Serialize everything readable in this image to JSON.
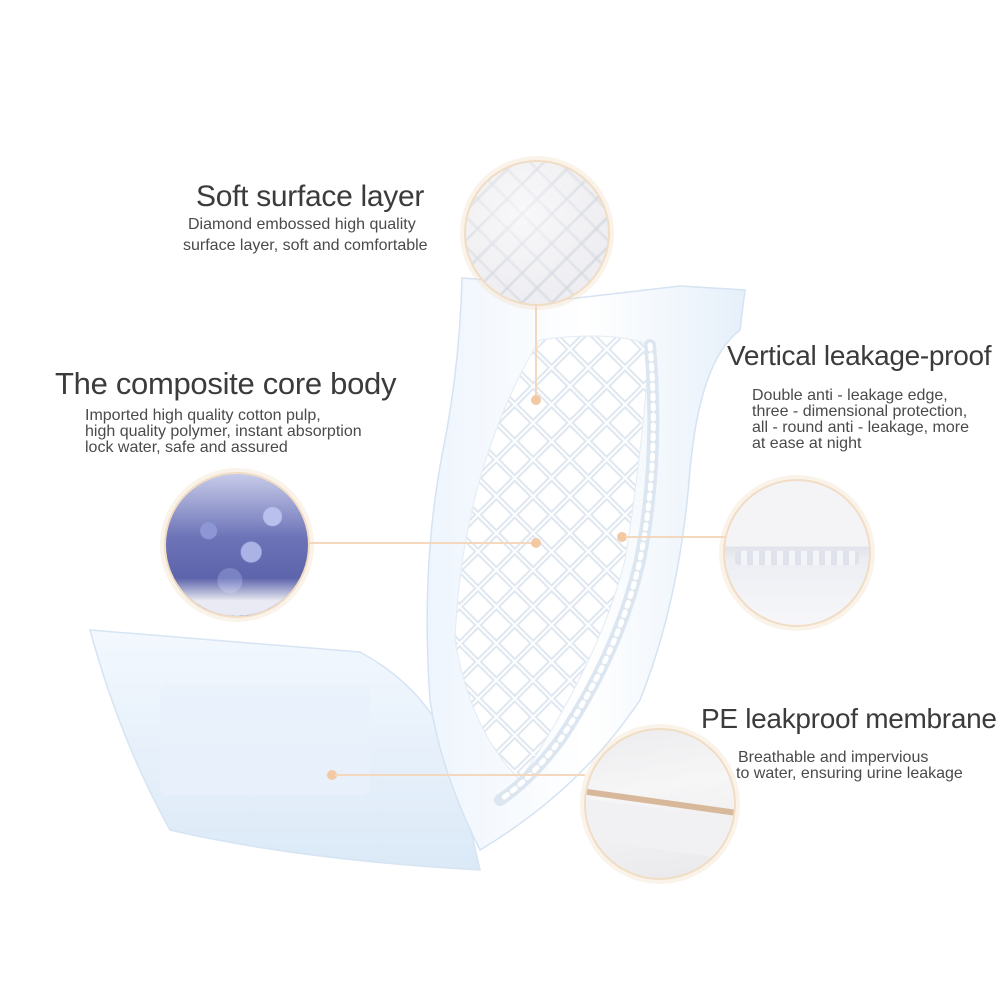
{
  "features": {
    "soft_surface": {
      "title": "Soft surface layer",
      "lines": [
        "Diamond embossed high quality",
        "surface layer, soft and comfortable"
      ],
      "icon": "diamond-texture-closeup-icon"
    },
    "composite_core": {
      "title": "The composite core body",
      "lines": [
        "Imported high quality cotton pulp,",
        "high quality polymer, instant absorption",
        "lock water, safe and assured"
      ],
      "icon": "absorbent-core-closeup-icon"
    },
    "vertical_leakage": {
      "title": "Vertical leakage-proof",
      "lines": [
        "Double anti - leakage edge,",
        "three - dimensional protection,",
        "all - round anti - leakage, more",
        "at ease at night"
      ],
      "icon": "leakage-edge-closeup-icon"
    },
    "pe_membrane": {
      "title": "PE leakproof membrane",
      "lines": [
        "Breathable and impervious",
        "to water, ensuring urine leakage"
      ],
      "icon": "membrane-closeup-icon"
    }
  },
  "colors": {
    "accent_line": "#f3d8bd",
    "dot": "#f2c9a3",
    "pad_blue": "#e3effb",
    "core_purple": "#5a61a8"
  }
}
